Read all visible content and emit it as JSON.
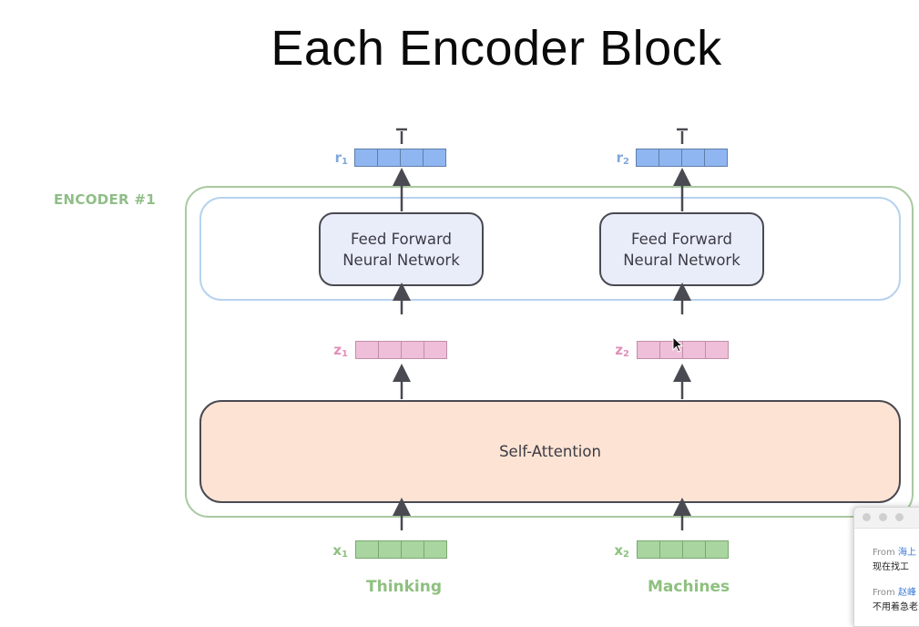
{
  "title": "Each Encoder Block",
  "encoder_label": "ENCODER #1",
  "feed_forward": {
    "line1": "Feed Forward",
    "line2": "Neural Network"
  },
  "self_attention": "Self-Attention",
  "columns": [
    {
      "r_label": "r",
      "r_sub": "1",
      "z_label": "z",
      "z_sub": "1",
      "x_label": "x",
      "x_sub": "1",
      "word": "Thinking"
    },
    {
      "r_label": "r",
      "r_sub": "2",
      "z_label": "z",
      "z_sub": "2",
      "x_label": "x",
      "x_sub": "2",
      "word": "Machines"
    }
  ],
  "vector_cells": 4,
  "colors": {
    "output_vector": "#8fb6f1",
    "intermediate_vector": "#efbfd9",
    "input_vector": "#a9d6a0",
    "encoder_border": "#a9c9a0",
    "ffnn_layer_border": "#b8d2ee",
    "self_attention_fill": "#fce3d3",
    "ffnn_fill": "#e9edf9"
  },
  "notification": {
    "messages": [
      {
        "from_label": "From",
        "sender": "海上",
        "text": "现在找工"
      },
      {
        "from_label": "From",
        "sender": "赵峰",
        "text": "不用着急老"
      }
    ]
  }
}
